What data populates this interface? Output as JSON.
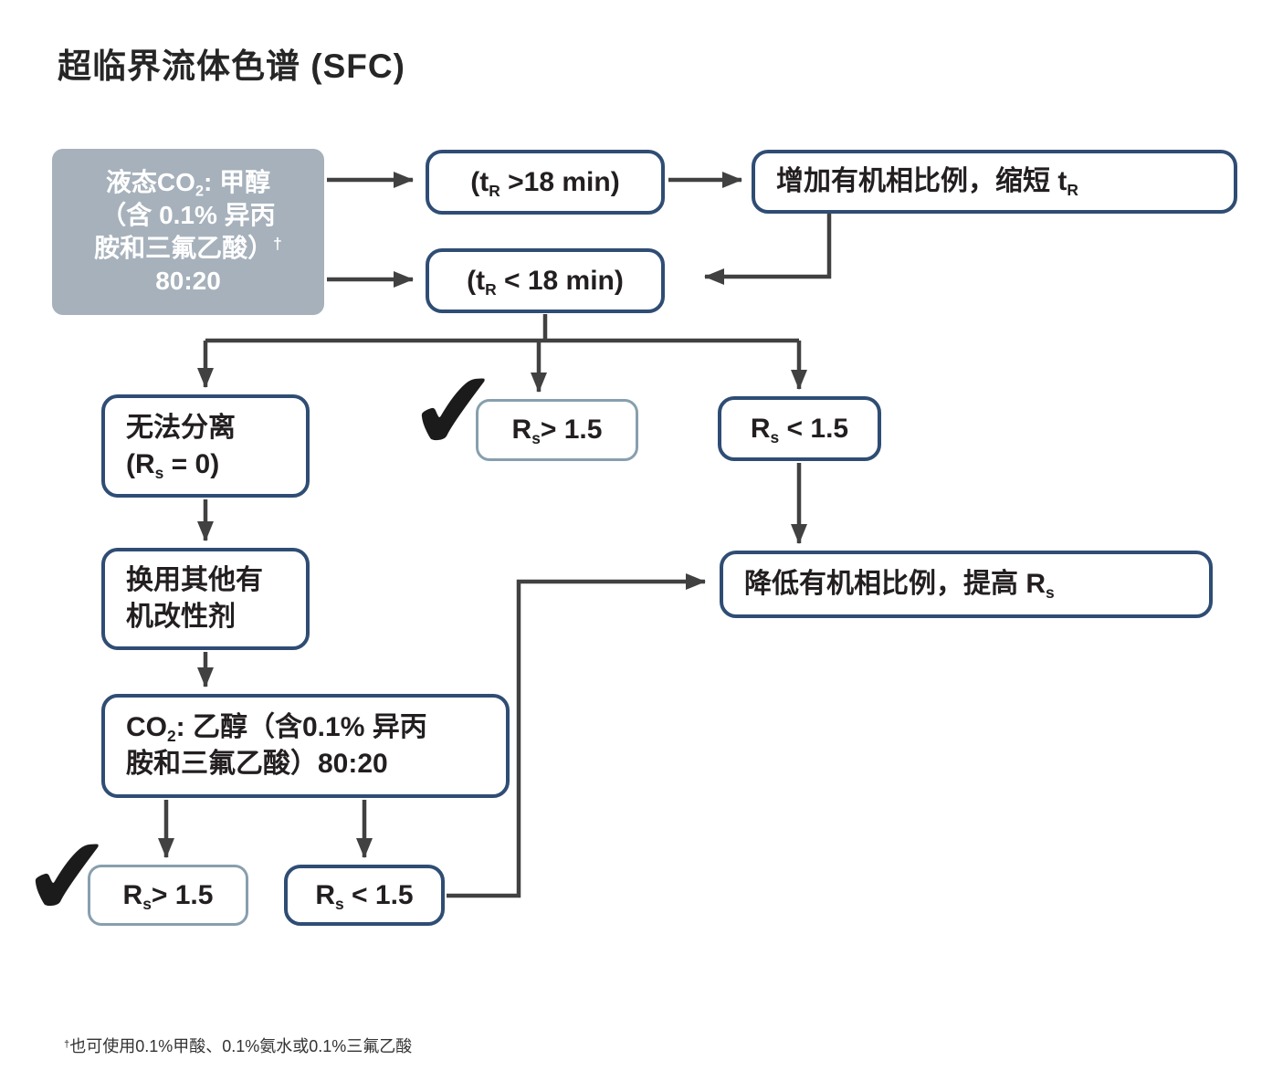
{
  "title": "超临界流体色谱 (SFC)",
  "colors": {
    "navy": "#2f4d74",
    "lightborder": "#879fae",
    "grayfill": "#a6b1bb",
    "line": "#414141",
    "ink": "#231f20"
  },
  "icons": {
    "check": "✔"
  },
  "nodes": {
    "start": {
      "lines": [
        [
          {
            "t": "液态CO"
          },
          {
            "t": "2",
            "sub": true
          },
          {
            "t": ": 甲醇"
          }
        ],
        [
          {
            "t": "（含 0.1% 异丙"
          }
        ],
        [
          {
            "t": "胺和三氟乙酸）"
          },
          {
            "t": "†",
            "sup": true
          }
        ],
        [
          {
            "t": "80:20"
          }
        ]
      ]
    },
    "tr_gt18": {
      "label": [
        {
          "t": "(t"
        },
        {
          "t": "R",
          "sub": true
        },
        {
          "t": " >18 min)"
        }
      ]
    },
    "increase_organic": {
      "label": [
        {
          "t": "增加有机相比例，缩短 t"
        },
        {
          "t": "R",
          "sub": true
        }
      ]
    },
    "tr_lt18": {
      "label": [
        {
          "t": "(t"
        },
        {
          "t": "R",
          "sub": true
        },
        {
          "t": " < 18 min)"
        }
      ]
    },
    "no_separation": {
      "lines": [
        [
          {
            "t": "无法分离"
          }
        ],
        [
          {
            "t": "(R"
          },
          {
            "t": "s",
            "sub": true
          },
          {
            "t": " = 0)"
          }
        ]
      ]
    },
    "rs_ge_mid": {
      "label": [
        {
          "t": "R"
        },
        {
          "t": "s",
          "sub": true
        },
        {
          "t": "> 1.5"
        }
      ]
    },
    "rs_lt_top": {
      "label": [
        {
          "t": "R"
        },
        {
          "t": "s",
          "sub": true
        },
        {
          "t": " < 1.5"
        }
      ]
    },
    "change_modifier": {
      "lines": [
        [
          {
            "t": "换用其他有"
          }
        ],
        [
          {
            "t": "机改性剂"
          }
        ]
      ]
    },
    "co2_ethanol": {
      "lines": [
        [
          {
            "t": "CO"
          },
          {
            "t": "2",
            "sub": true
          },
          {
            "t": ": 乙醇（含0.1% 异丙"
          }
        ],
        [
          {
            "t": "胺和三氟乙酸）80:20"
          }
        ]
      ]
    },
    "rs_ge_bottom": {
      "label": [
        {
          "t": "R"
        },
        {
          "t": "s",
          "sub": true
        },
        {
          "t": "> 1.5"
        }
      ]
    },
    "rs_lt_bottom": {
      "label": [
        {
          "t": "R"
        },
        {
          "t": "s",
          "sub": true
        },
        {
          "t": " < 1.5"
        }
      ]
    },
    "decrease_organic": {
      "label": [
        {
          "t": "降低有机相比例，提高 R"
        },
        {
          "t": "s",
          "sub": true
        }
      ]
    }
  },
  "footnote": [
    {
      "t": "†",
      "sup": true
    },
    {
      "t": "也可使用0.1%甲酸、0.1%氨水或0.1%三氟乙酸"
    }
  ]
}
